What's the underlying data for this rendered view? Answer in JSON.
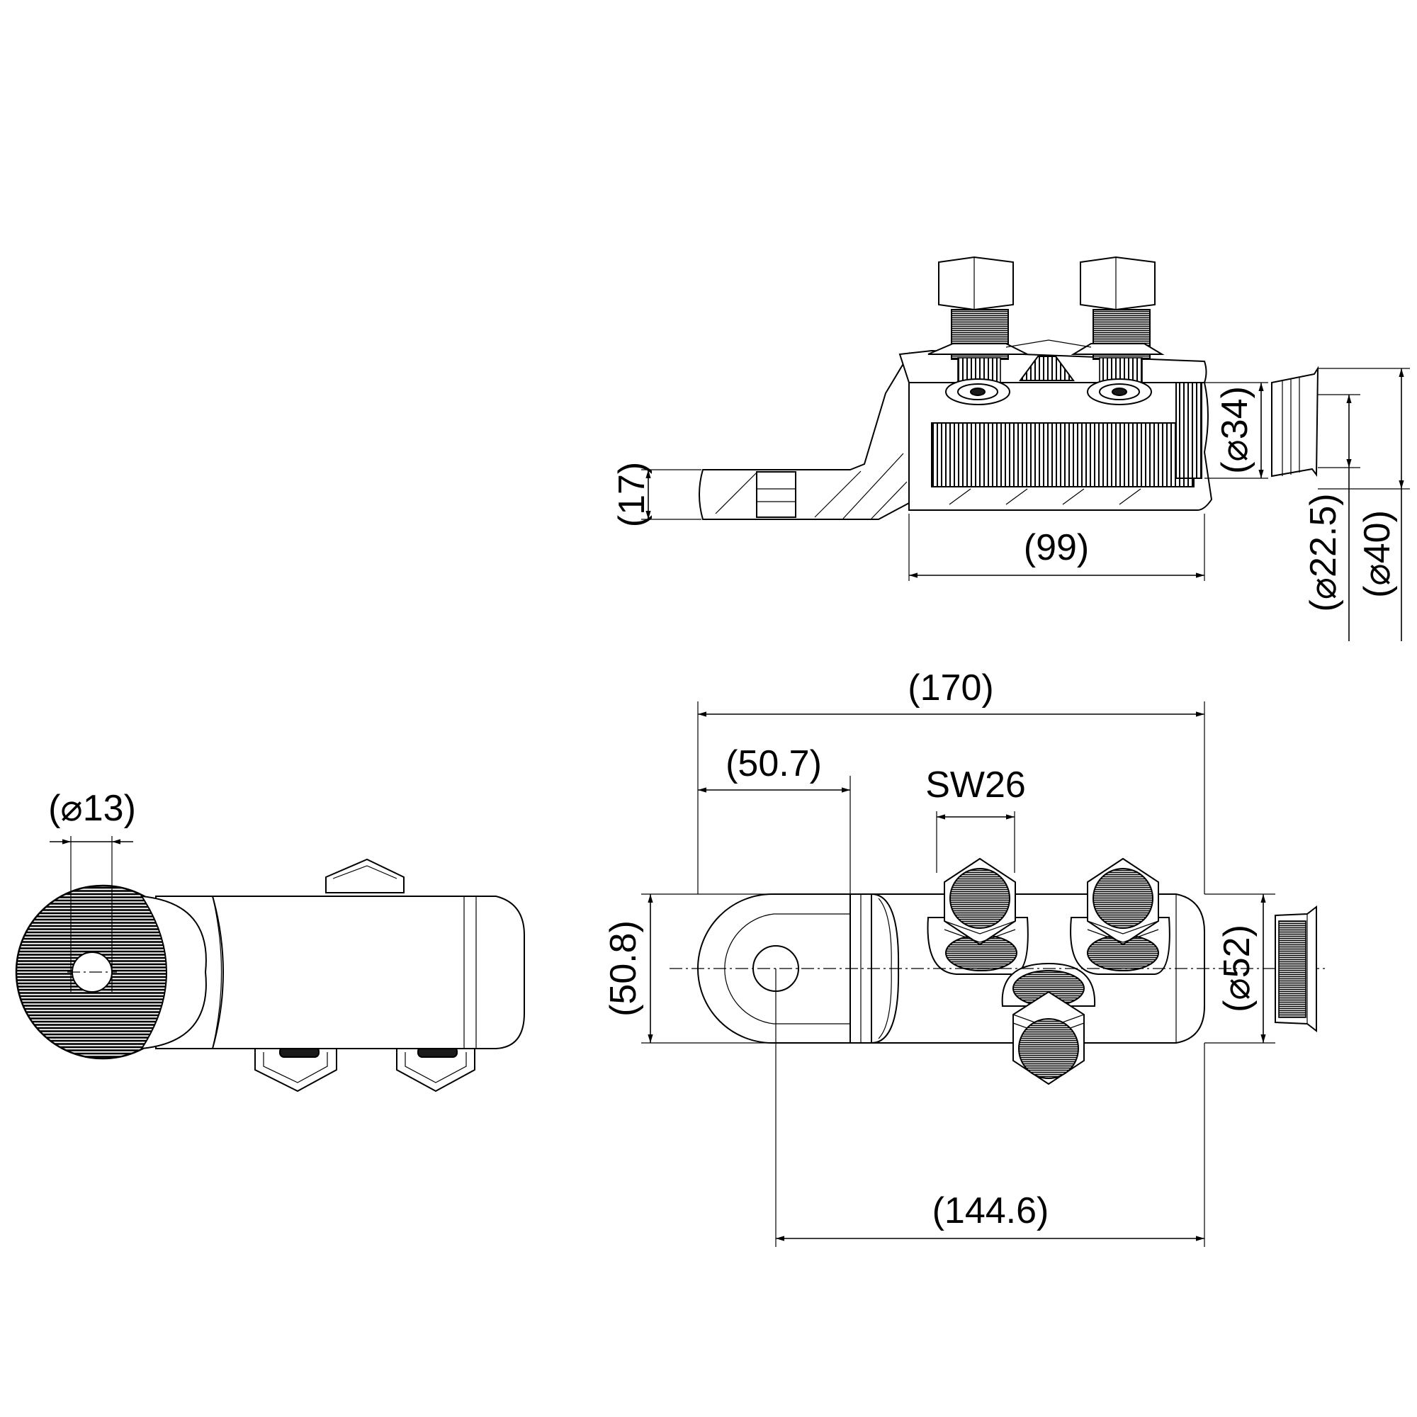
{
  "dimensions": {
    "side_view": {
      "thickness": "(17)",
      "body_length": "(99)",
      "outer_diameter": "(⌀34)",
      "inner_diameter": "(⌀22.5)",
      "insert_diameter": "(⌀40)"
    },
    "end_view": {
      "hole_diameter": "(⌀13)"
    },
    "top_view": {
      "overall_length": "(170)",
      "palm_length": "(50.7)",
      "wrench_size": "SW26",
      "width": "(50.8)",
      "body_diameter": "(⌀52)",
      "hole_to_end": "(144.6)"
    }
  },
  "colors": {
    "line": "#000000",
    "background": "#ffffff"
  }
}
